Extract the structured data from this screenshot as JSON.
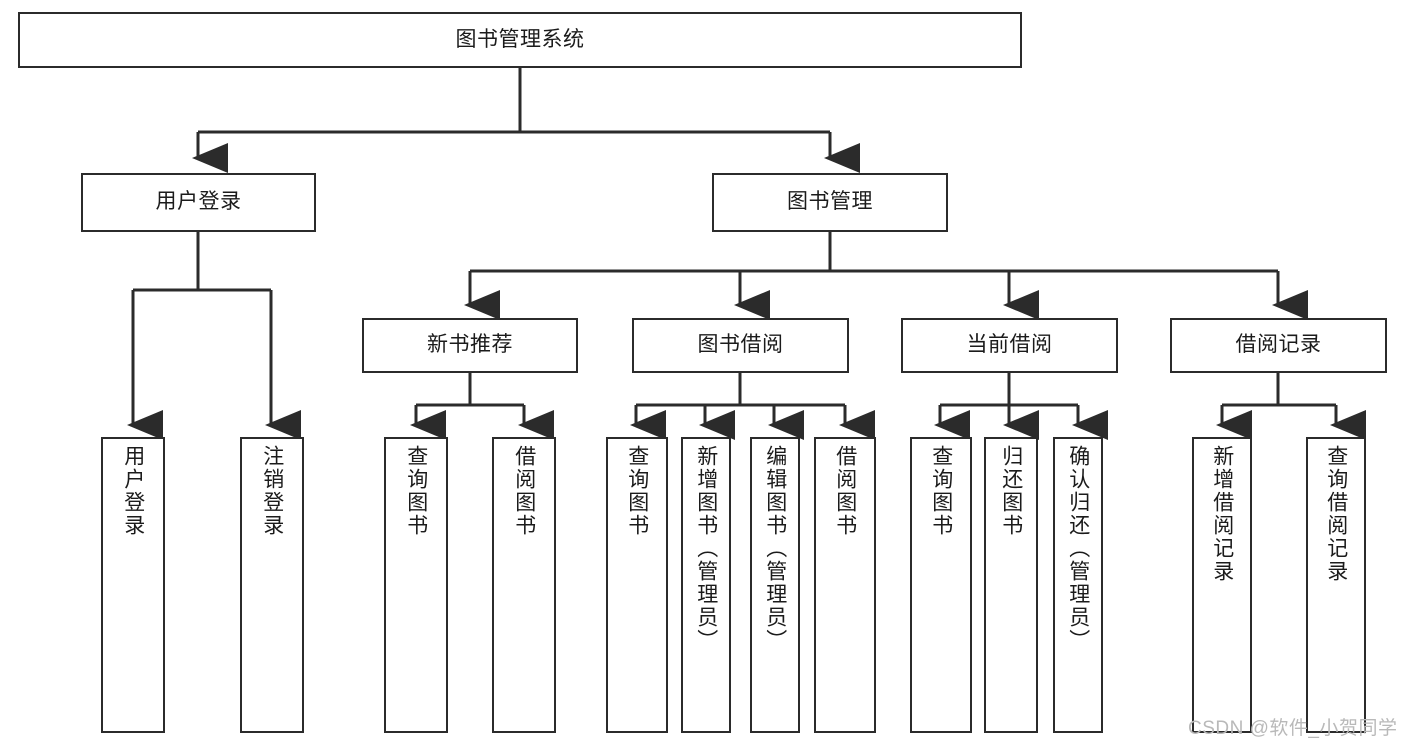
{
  "diagram": {
    "title": "图书管理系统",
    "type": "hierarchy-tree",
    "root": {
      "id": "root",
      "label": "图书管理系统"
    },
    "level2": [
      {
        "id": "user-login",
        "label": "用户登录"
      },
      {
        "id": "book-manage",
        "label": "图书管理"
      }
    ],
    "level3": [
      {
        "id": "new-book-rec",
        "label": "新书推荐",
        "parent": "book-manage"
      },
      {
        "id": "book-borrow",
        "label": "图书借阅",
        "parent": "book-manage"
      },
      {
        "id": "current-borrow",
        "label": "当前借阅",
        "parent": "book-manage"
      },
      {
        "id": "borrow-record",
        "label": "借阅记录",
        "parent": "book-manage"
      }
    ],
    "leaves": [
      {
        "id": "leaf-user-login",
        "label": "用户登录",
        "parent": "user-login"
      },
      {
        "id": "leaf-user-logout",
        "label": "注销登录",
        "parent": "user-login"
      },
      {
        "id": "leaf-rec-query",
        "label": "查询图书",
        "parent": "new-book-rec"
      },
      {
        "id": "leaf-rec-borrow",
        "label": "借阅图书",
        "parent": "new-book-rec"
      },
      {
        "id": "leaf-borrow-query",
        "label": "查询图书",
        "parent": "book-borrow"
      },
      {
        "id": "leaf-borrow-add",
        "label": "新增图书（管理员）",
        "parent": "book-borrow"
      },
      {
        "id": "leaf-borrow-edit",
        "label": "编辑图书（管理员）",
        "parent": "book-borrow"
      },
      {
        "id": "leaf-borrow-do",
        "label": "借阅图书",
        "parent": "book-borrow"
      },
      {
        "id": "leaf-cur-query",
        "label": "查询图书",
        "parent": "current-borrow"
      },
      {
        "id": "leaf-cur-return",
        "label": "归还图书",
        "parent": "current-borrow"
      },
      {
        "id": "leaf-cur-confirm",
        "label": "确认归还（管理员）",
        "parent": "current-borrow"
      },
      {
        "id": "leaf-rec-add",
        "label": "新增借阅记录",
        "parent": "borrow-record"
      },
      {
        "id": "leaf-rec-query2",
        "label": "查询借阅记录",
        "parent": "borrow-record"
      }
    ],
    "colors": {
      "background": "#ffffff",
      "box_border": "#2b2b2b",
      "box_fill": "#ffffff",
      "connector": "#2b2b2b",
      "text": "#1b1b1b",
      "watermark": "#b9b9b9"
    }
  },
  "watermark": {
    "text": "CSDN @软件_小贺同学"
  }
}
